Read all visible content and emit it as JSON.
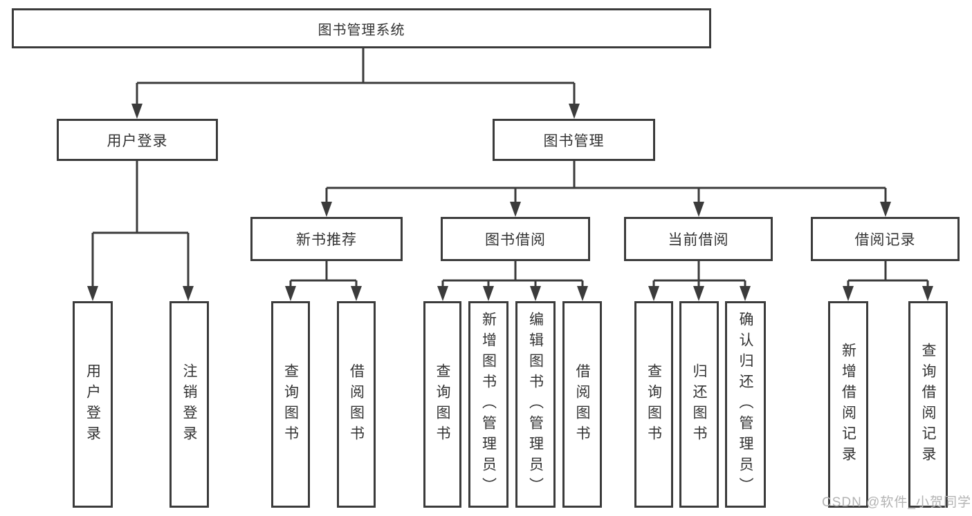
{
  "tree": {
    "label": "图书管理系统",
    "children": [
      {
        "label": "用户登录",
        "children": [
          {
            "label": "用户登录"
          },
          {
            "label": "注销登录"
          }
        ]
      },
      {
        "label": "图书管理",
        "children": [
          {
            "label": "新书推荐",
            "children": [
              {
                "label": "查询图书"
              },
              {
                "label": "借阅图书"
              }
            ]
          },
          {
            "label": "图书借阅",
            "children": [
              {
                "label": "查询图书"
              },
              {
                "label": "新增图书（管理员）"
              },
              {
                "label": "编辑图书（管理员）"
              },
              {
                "label": "借阅图书"
              }
            ]
          },
          {
            "label": "当前借阅",
            "children": [
              {
                "label": "查询图书"
              },
              {
                "label": "归还图书"
              },
              {
                "label": "确认归还（管理员）"
              }
            ]
          },
          {
            "label": "借阅记录",
            "children": [
              {
                "label": "新增借阅记录"
              },
              {
                "label": "查询借阅记录"
              }
            ]
          }
        ]
      }
    ]
  },
  "watermark": "CSDN @软件_小贺同学",
  "colors": {
    "line": "#3b3b3b",
    "text": "#333333",
    "background": "#ffffff",
    "watermark": "#b3b3b3"
  }
}
